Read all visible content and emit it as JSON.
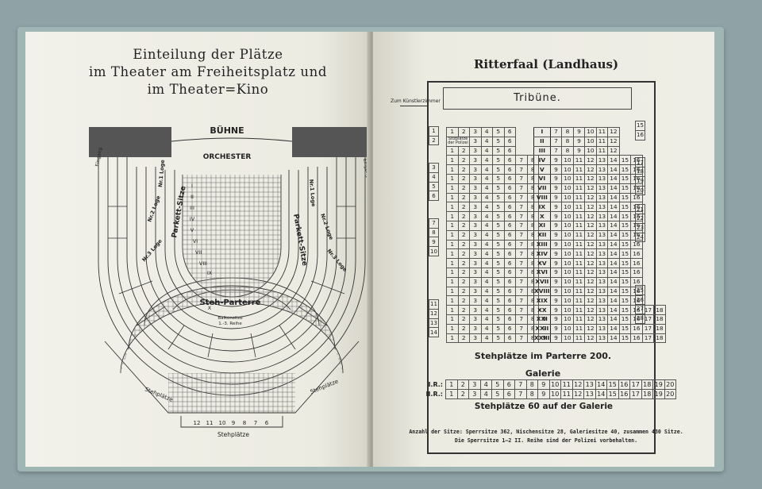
{
  "left_page": {
    "title_lines": [
      "Einteilung der Plätze",
      "im Theater am Freiheitsplatz und",
      "im Theater=Kino"
    ],
    "stage": "BÜHNE",
    "orchestra": "ORCHESTER",
    "standing_parterre": "Steh-Parterre",
    "balcony_note_1": "Balkonsitze",
    "balcony_note_2": "1.-3. Reihe",
    "standing_places": "Stehplätze",
    "left_entry": "Eingang",
    "right_entry": "Eingang",
    "loge_left": [
      "Nr.1 Loge",
      "Nr.2 Loge",
      "Nr.3 Loge"
    ],
    "loge_right": [
      "Nr.1 Loge",
      "Nr.2 Loge",
      "Nr.3 Loge"
    ],
    "parquet": "Parkett-Sitze",
    "rows": [
      "I",
      "II",
      "III",
      "IV",
      "V",
      "VI",
      "VII",
      "VIII",
      "IX",
      "X"
    ],
    "back_row_seats": [
      "12",
      "11",
      "10",
      "9",
      "8",
      "7",
      "6"
    ]
  },
  "right_page": {
    "title": "Ritterfaal (Landhaus)",
    "tribune": "Tribüne.",
    "artist_room": "Zum Künstlerzimmer",
    "police_seats": "Sitzplätze der Polizei",
    "row_labels": [
      "I",
      "II",
      "III",
      "IV",
      "V",
      "VI",
      "VII",
      "VIII",
      "IX",
      "X",
      "XI",
      "XII",
      "XIII",
      "XIV",
      "XV",
      "XVI",
      "XVII",
      "XVIII",
      "XIX",
      "XX",
      "XXI",
      "XXII",
      "XXIII"
    ],
    "left_side_numbers": [
      "1",
      "2",
      "3",
      "4",
      "5",
      "6",
      "7",
      "8",
      "9",
      "10",
      "11",
      "12",
      "13",
      "14"
    ],
    "right_side_numbers": [
      "15",
      "16",
      "17",
      "18",
      "19",
      "20",
      "21",
      "22",
      "23",
      "24",
      "25",
      "26",
      "27",
      "28"
    ],
    "standing_parterre": "Stehplätze im Parterre 200.",
    "gallery_title": "Galerie",
    "gallery_rows": [
      "I.R.:",
      "II.R.:"
    ],
    "gallery_seats": [
      "1",
      "2",
      "3",
      "4",
      "5",
      "6",
      "7",
      "8",
      "9",
      "10",
      "11",
      "12",
      "13",
      "14",
      "15",
      "16",
      "17",
      "18",
      "19",
      "20"
    ],
    "gallery_standing": "Stehplätze 60 auf der Galerie",
    "footnote_1": "Anzahl der Sitze: Sperrsitze 362, Nischensitze 28, Galeriesitze 40, zusammen 430 Sitze.",
    "footnote_2": "Die Sperrsitze 1–2 II. Reihe sind der Polizei vorbehalten."
  }
}
